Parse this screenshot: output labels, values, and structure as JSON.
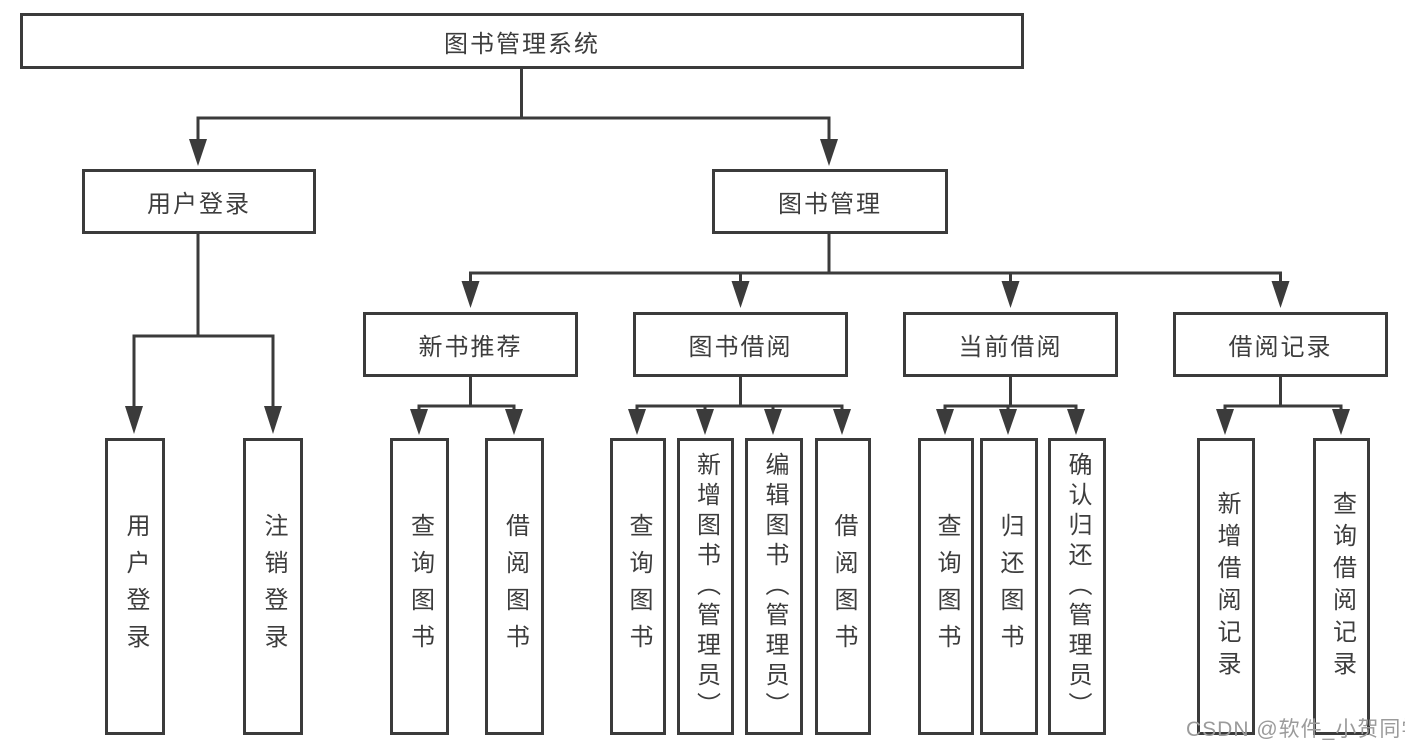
{
  "tree": {
    "label": "图书管理系统",
    "children": [
      {
        "label": "用户登录",
        "children": [
          {
            "label": "用户登录"
          },
          {
            "label": "注销登录"
          }
        ]
      },
      {
        "label": "图书管理",
        "children": [
          {
            "label": "新书推荐",
            "children": [
              {
                "label": "查询图书"
              },
              {
                "label": "借阅图书"
              }
            ]
          },
          {
            "label": "图书借阅",
            "children": [
              {
                "label": "查询图书"
              },
              {
                "label": "新增图书（管理员）"
              },
              {
                "label": "编辑图书（管理员）"
              },
              {
                "label": "借阅图书"
              }
            ]
          },
          {
            "label": "当前借阅",
            "children": [
              {
                "label": "查询图书"
              },
              {
                "label": "归还图书"
              },
              {
                "label": "确认归还（管理员）"
              }
            ]
          },
          {
            "label": "借阅记录",
            "children": [
              {
                "label": "新增借阅记录"
              },
              {
                "label": "查询借阅记录"
              }
            ]
          }
        ]
      }
    ]
  },
  "watermark": {
    "text": "CSDN @软件_小贺同学"
  },
  "colors": {
    "line": "#3b3b3b",
    "text": "#3d3d3d",
    "watermark": "#9b9b9b",
    "background": "#ffffff"
  }
}
